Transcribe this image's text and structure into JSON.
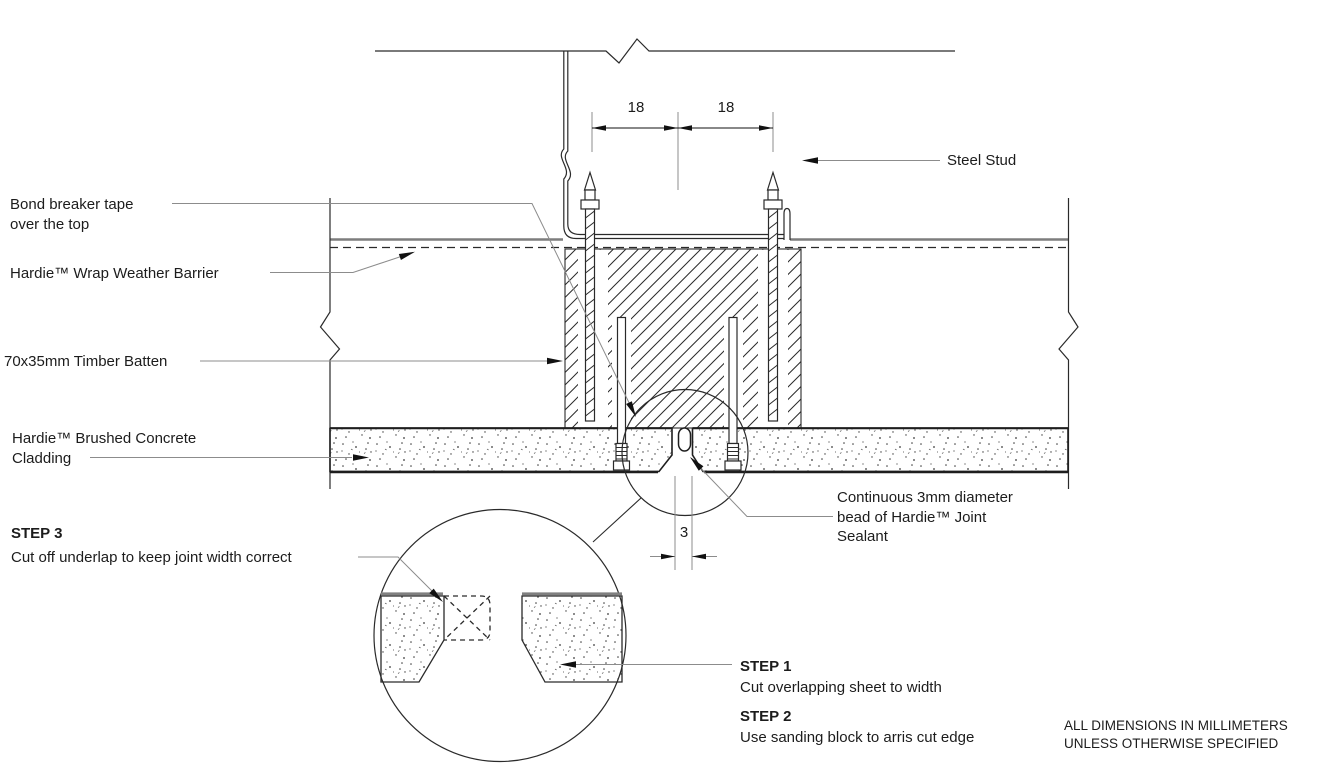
{
  "drawing": {
    "labels": {
      "bond_breaker": "Bond breaker tape\nover the top",
      "weather_barrier": "Hardie™ Wrap Weather Barrier",
      "timber_batten": "70x35mm Timber Batten",
      "cladding": "Hardie™ Brushed Concrete\nCladding",
      "steel_stud": "Steel Stud",
      "sealant": "Continuous 3mm diameter\nbead of Hardie™ Joint\nSealant"
    },
    "steps": [
      {
        "title": "STEP 1",
        "desc": "Cut overlapping sheet to width"
      },
      {
        "title": "STEP 2",
        "desc": "Use sanding block to arris cut edge"
      },
      {
        "title": "STEP 3",
        "desc": "Cut off underlap to keep joint width correct"
      }
    ],
    "dimensions": {
      "stud_offset_left": "18",
      "stud_offset_right": "18",
      "joint_width": "3"
    },
    "note": "ALL DIMENSIONS IN MILLIMETERS\nUNLESS OTHERWISE SPECIFIED",
    "colors": {
      "line": "#2a2a2a",
      "leader": "#8c8c8c",
      "tape_gray": "#808080"
    }
  }
}
